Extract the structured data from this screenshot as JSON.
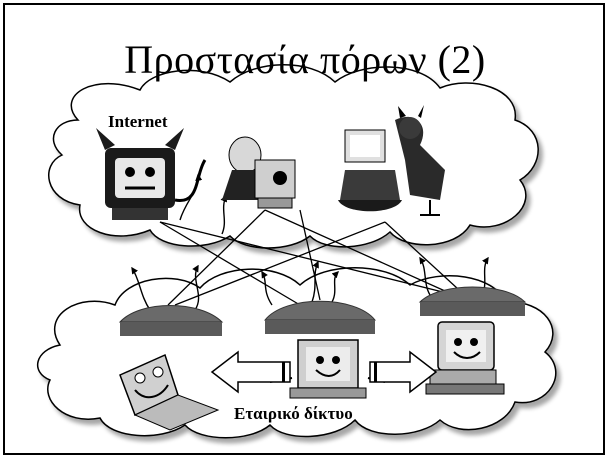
{
  "slide": {
    "title": "Προστασία πόρων (2)"
  },
  "internet_cloud": {
    "label": "Internet",
    "actors": [
      "devil-monitor-icon",
      "hacker-icon",
      "devil-workstation-icon"
    ]
  },
  "corporate_cloud": {
    "label": "Εταιρικό δίκτυο",
    "computers": [
      "laptop-icon",
      "server-icon",
      "desktop-icon"
    ]
  },
  "colors": {
    "cloud_fill": "#ffffff",
    "shield": "#707070",
    "shield_dark": "#4a4a4a",
    "line": "#000000"
  }
}
